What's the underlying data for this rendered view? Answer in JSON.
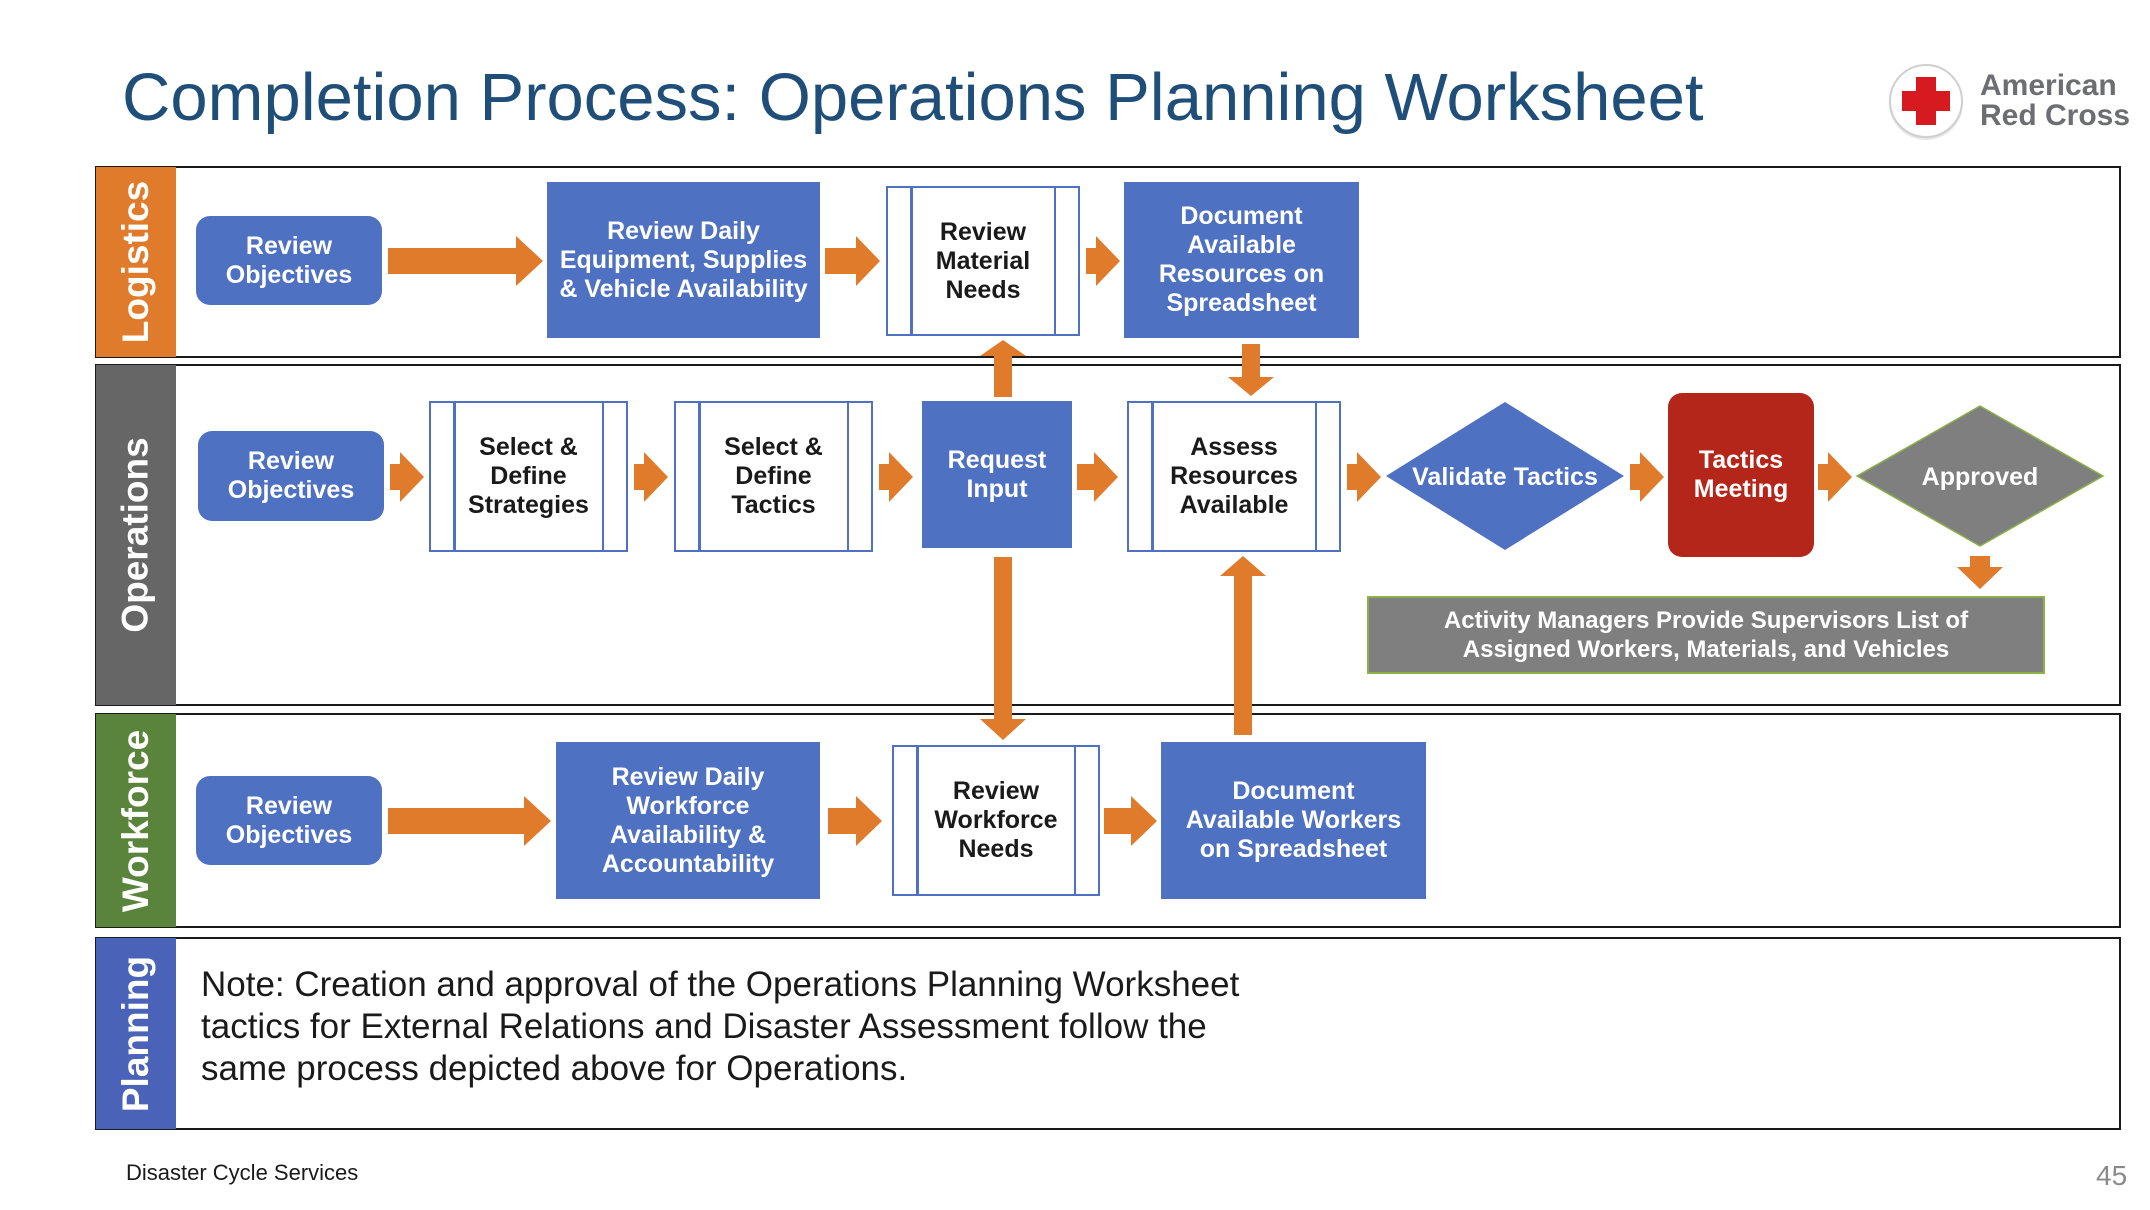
{
  "title": "Completion Process: Operations Planning Worksheet",
  "logo": {
    "line1": "American",
    "line2": "Red Cross",
    "brand_color": "#d71920"
  },
  "lanes": {
    "logistics": {
      "label": "Logistics",
      "color": "#e07b2c"
    },
    "operations": {
      "label": "Operations",
      "color": "#666666"
    },
    "workforce": {
      "label": "Workforce",
      "color": "#5a843c"
    },
    "planning": {
      "label": "Planning",
      "color": "#4a63b8"
    }
  },
  "logistics_steps": {
    "review_objectives": "Review\nObjectives",
    "review_daily": "Review Daily\nEquipment, Supplies\n& Vehicle Availability",
    "review_material": "Review\nMaterial\nNeeds",
    "document_resources": "Document\nAvailable\nResources on\nSpreadsheet"
  },
  "operations_steps": {
    "review_objectives": "Review\nObjectives",
    "select_strategies": "Select &\nDefine\nStrategies",
    "select_tactics": "Select &\nDefine\nTactics",
    "request_input": "Request\nInput",
    "assess_resources": "Assess\nResources\nAvailable",
    "validate_tactics": "Validate Tactics",
    "tactics_meeting": "Tactics\nMeeting",
    "approved": "Approved",
    "activity_managers": "Activity Managers Provide Supervisors List of\nAssigned Workers, Materials, and Vehicles"
  },
  "workforce_steps": {
    "review_objectives": "Review\nObjectives",
    "review_daily": "Review Daily\nWorkforce\nAvailability &\nAccountability",
    "review_workforce": "Review\nWorkforce\nNeeds",
    "document_workers": "Document\nAvailable Workers\non Spreadsheet"
  },
  "planning_note": "Note: Creation and approval of the Operations Planning Worksheet\ntactics for External Relations and Disaster Assessment follow the\nsame process depicted above for Operations.",
  "footer": "Disaster Cycle Services",
  "page_number": "45",
  "colors": {
    "title": "#1f4e79",
    "process_blue": "#4f71c2",
    "arrow_orange": "#e07b2c",
    "meeting_red": "#b5261a",
    "approved_gray": "#7f7f7f"
  }
}
